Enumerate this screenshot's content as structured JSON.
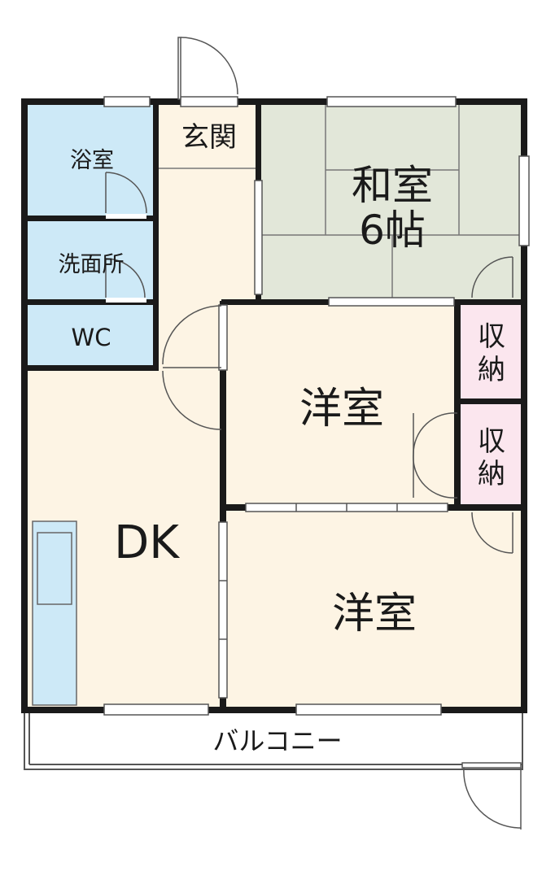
{
  "rooms": {
    "bath": "浴室",
    "entrance": "玄関",
    "washroom": "洗面所",
    "wc": "WC",
    "japanese": {
      "name": "和室",
      "size": "6帖"
    },
    "western_upper": "洋室",
    "western_lower": "洋室",
    "dk": "DK",
    "storage_upper": {
      "line1": "収",
      "line2": "納"
    },
    "storage_lower": {
      "line1": "収",
      "line2": "納"
    },
    "balcony": "バルコニー"
  },
  "colors": {
    "wet_area": "#cde9f7",
    "living": "#fdf4e4",
    "tatami": "#e2e7d9",
    "storage": "#fbe6ee",
    "wall": "#1a1a1a"
  }
}
